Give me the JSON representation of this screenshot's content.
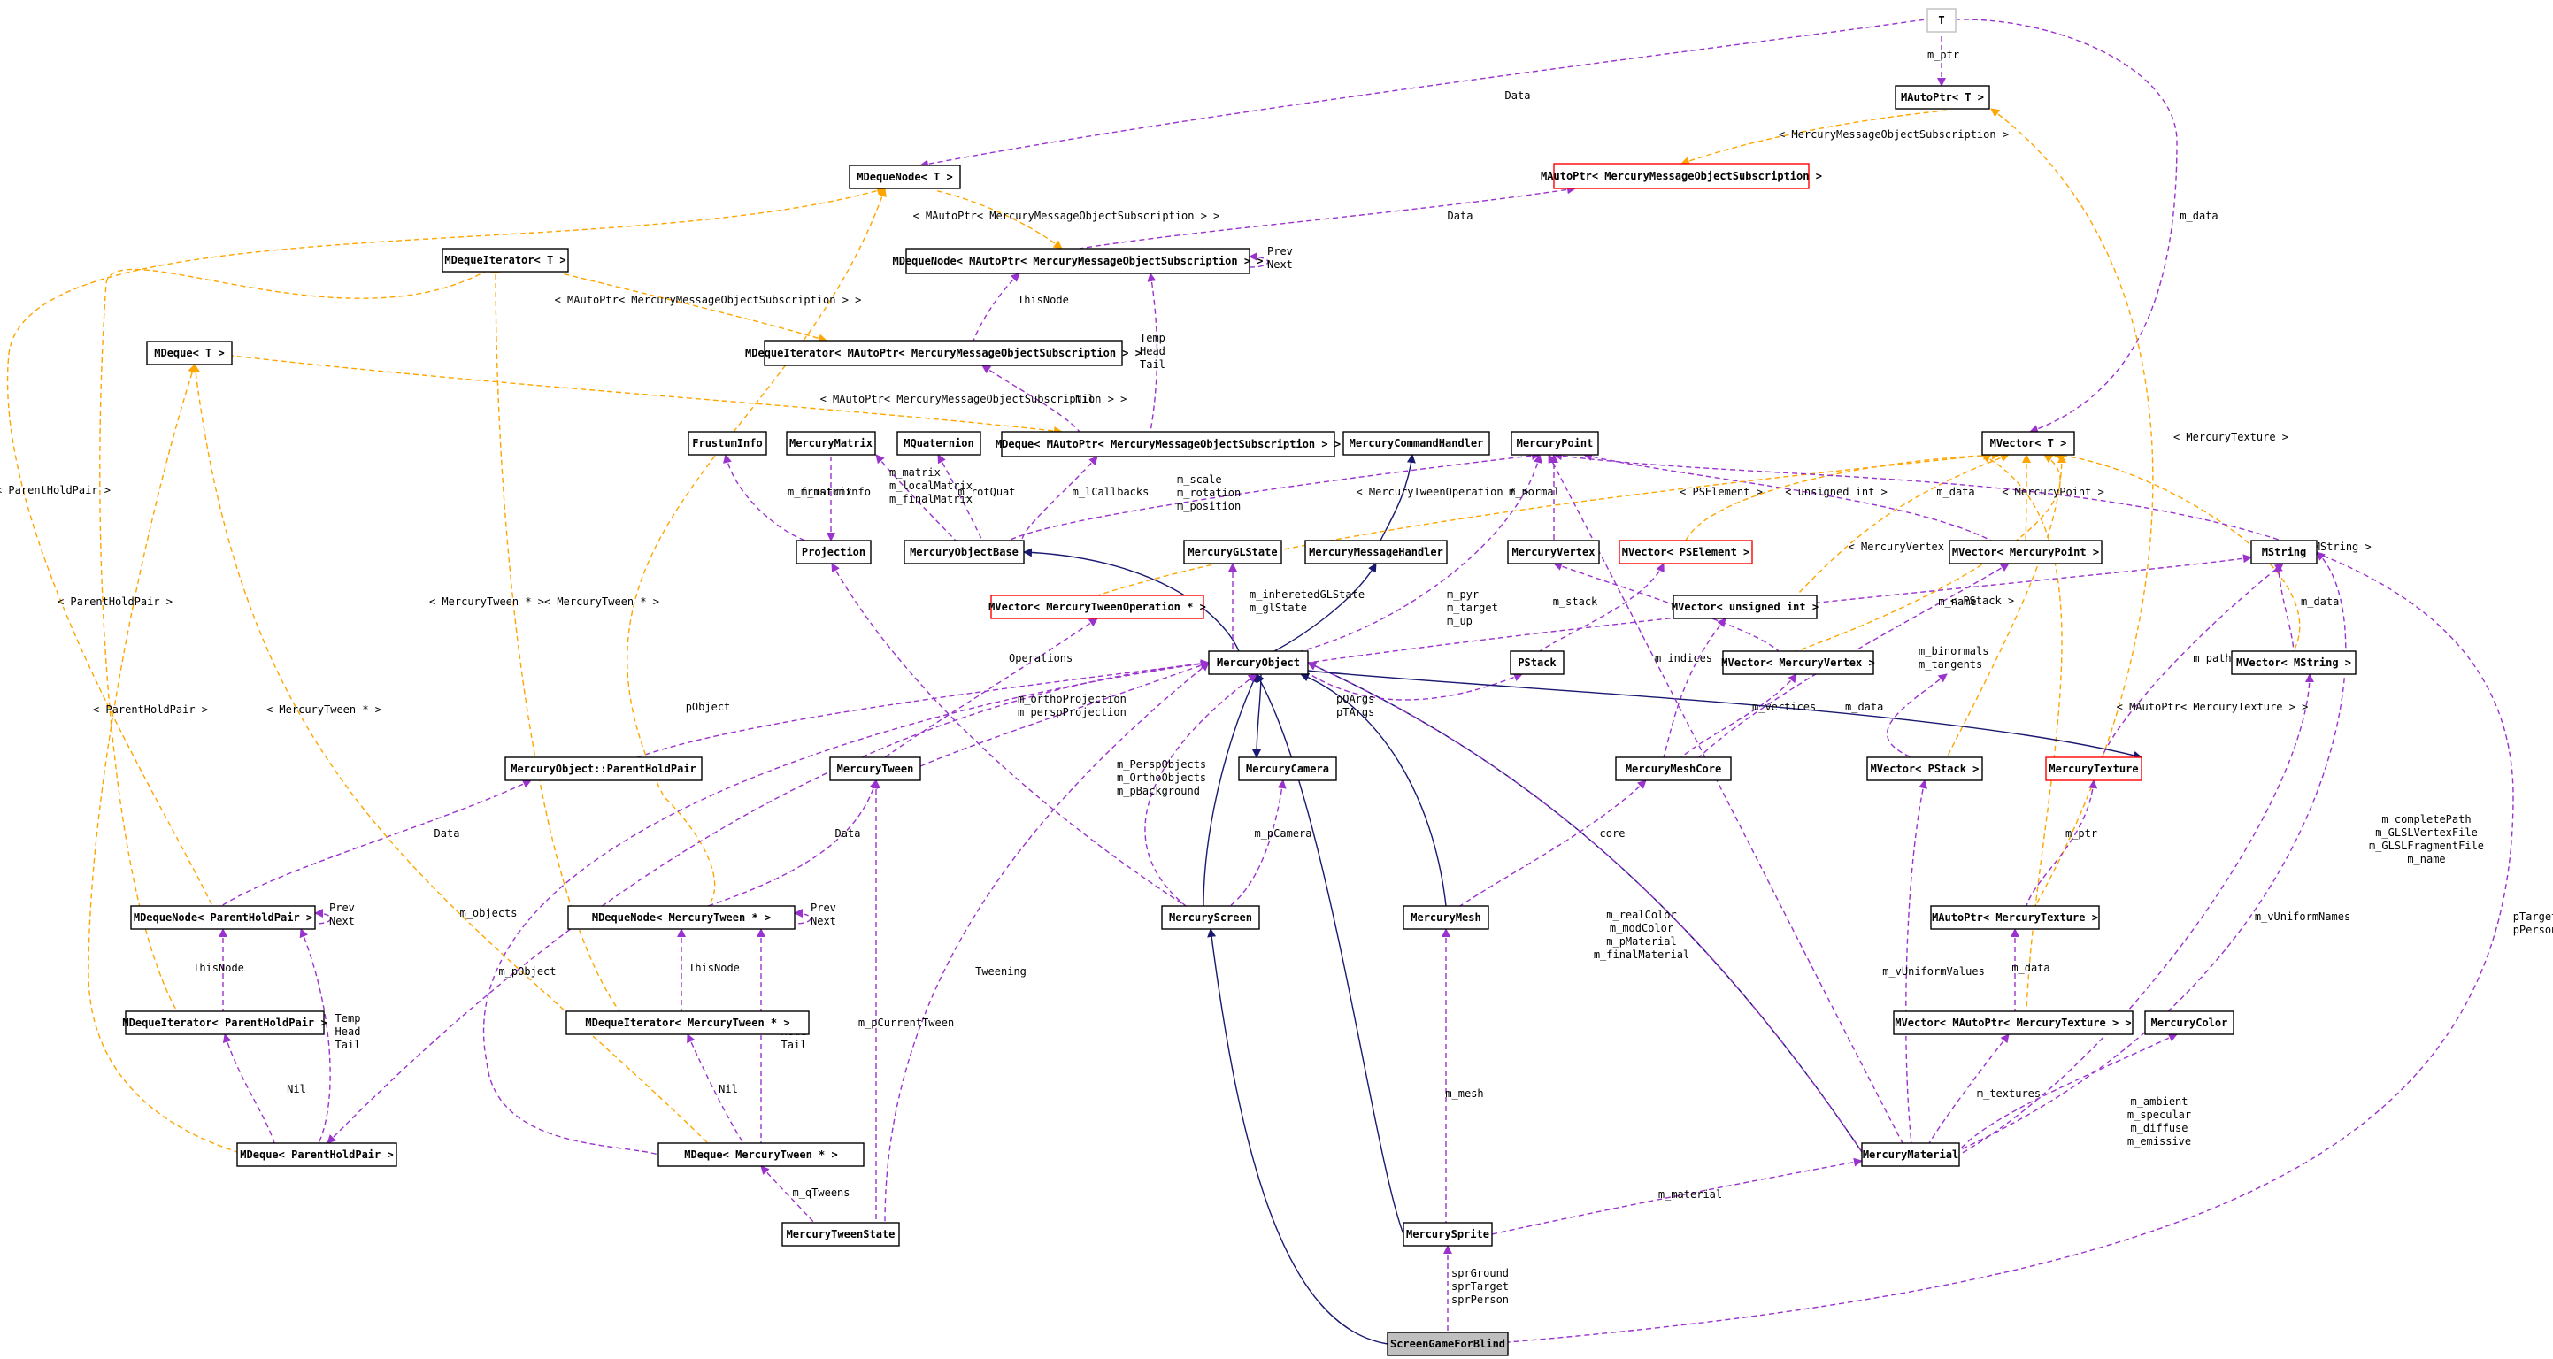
{
  "colors": {
    "inheritance": "#191970",
    "usage": "#9a32cd",
    "template": "#ffa500",
    "focus_fill": "#bfbfbf",
    "incomplete_border": "#ff0000"
  },
  "nodes": [
    {
      "id": "T",
      "label": "T"
    },
    {
      "id": "mautoptr_t",
      "label": "MAutoPtr< T >"
    },
    {
      "id": "mautoptr_mmos",
      "label": "MAutoPtr< MercuryMessageObjectSubscription >"
    },
    {
      "id": "mdequenode_t",
      "label": "MDequeNode< T >"
    },
    {
      "id": "mdequenode_mmos",
      "label": "MDequeNode< MAutoPtr< MercuryMessageObjectSubscription > >"
    },
    {
      "id": "mdequeiterator_t",
      "label": "MDequeIterator< T >"
    },
    {
      "id": "mdequeiterator_mmos",
      "label": "MDequeIterator< MAutoPtr< MercuryMessageObjectSubscription > >"
    },
    {
      "id": "mdeque_t",
      "label": "MDeque< T >"
    },
    {
      "id": "mdeque_mmos",
      "label": "MDeque< MAutoPtr< MercuryMessageObjectSubscription > >"
    },
    {
      "id": "frustuminfo",
      "label": "FrustumInfo"
    },
    {
      "id": "mercurymatrix",
      "label": "MercuryMatrix"
    },
    {
      "id": "mquaternion",
      "label": "MQuaternion"
    },
    {
      "id": "mercurycommandhandler",
      "label": "MercuryCommandHandler"
    },
    {
      "id": "mercurypoint",
      "label": "MercuryPoint"
    },
    {
      "id": "mvector_t",
      "label": "MVector< T >"
    },
    {
      "id": "projection",
      "label": "Projection"
    },
    {
      "id": "mercuryobjectbase",
      "label": "MercuryObjectBase"
    },
    {
      "id": "mercuryglstate",
      "label": "MercuryGLState"
    },
    {
      "id": "mercurymessagehandler",
      "label": "MercuryMessageHandler"
    },
    {
      "id": "mercuryvertex",
      "label": "MercuryVertex"
    },
    {
      "id": "mvector_pselement",
      "label": "MVector< PSElement >"
    },
    {
      "id": "mvector_mercurypoint",
      "label": "MVector< MercuryPoint >"
    },
    {
      "id": "mstring",
      "label": "MString"
    },
    {
      "id": "mvector_mtweenop",
      "label": "MVector< MercuryTweenOperation * >"
    },
    {
      "id": "mvector_uint",
      "label": "MVector< unsigned int >"
    },
    {
      "id": "mercuryobject",
      "label": "MercuryObject"
    },
    {
      "id": "pstack",
      "label": "PStack"
    },
    {
      "id": "mvector_mercuryvertex",
      "label": "MVector< MercuryVertex >"
    },
    {
      "id": "mvector_mstring",
      "label": "MVector< MString >"
    },
    {
      "id": "parentholdpair",
      "label": "MercuryObject::ParentHoldPair"
    },
    {
      "id": "mercurytween",
      "label": "MercuryTween"
    },
    {
      "id": "mercurycamera",
      "label": "MercuryCamera"
    },
    {
      "id": "mercurymeshcore",
      "label": "MercuryMeshCore"
    },
    {
      "id": "mvector_pstack",
      "label": "MVector< PStack >"
    },
    {
      "id": "mercurytexture",
      "label": "MercuryTexture"
    },
    {
      "id": "mdequenode_php",
      "label": "MDequeNode< ParentHoldPair >"
    },
    {
      "id": "mdequenode_mtween",
      "label": "MDequeNode< MercuryTween * >"
    },
    {
      "id": "mercuryscreen",
      "label": "MercuryScreen"
    },
    {
      "id": "mercurymesh",
      "label": "MercuryMesh"
    },
    {
      "id": "mautoptr_mtexture",
      "label": "MAutoPtr< MercuryTexture >"
    },
    {
      "id": "mdequeiterator_php",
      "label": "MDequeIterator< ParentHoldPair >"
    },
    {
      "id": "mdequeiterator_mtween",
      "label": "MDequeIterator< MercuryTween * >"
    },
    {
      "id": "mvector_mautoptr_mtexture",
      "label": "MVector< MAutoPtr< MercuryTexture > >"
    },
    {
      "id": "mercurycolor",
      "label": "MercuryColor"
    },
    {
      "id": "mdeque_php",
      "label": "MDeque< ParentHoldPair >"
    },
    {
      "id": "mdeque_mtween",
      "label": "MDeque< MercuryTween * >"
    },
    {
      "id": "mercurymaterial",
      "label": "MercuryMaterial"
    },
    {
      "id": "mercurytweenstate",
      "label": "MercuryTweenState"
    },
    {
      "id": "mercurysprite",
      "label": "MercurySprite"
    },
    {
      "id": "screengameforblind",
      "label": "ScreenGameForBlind"
    }
  ],
  "edges": [
    {
      "kind": "usage",
      "from": "T",
      "to": "mautoptr_t",
      "label": [
        "m_ptr"
      ]
    },
    {
      "kind": "usage",
      "from": "T",
      "to": "mdequenode_t",
      "label": [
        "Data"
      ]
    },
    {
      "kind": "usage",
      "from": "T",
      "to": "mvector_t",
      "label": [
        "m_data"
      ]
    },
    {
      "kind": "template",
      "from": "mautoptr_t",
      "to": "mautoptr_mmos",
      "label": [
        "< MercuryMessageObjectSubscription >"
      ]
    },
    {
      "kind": "usage",
      "from": "mautoptr_mmos",
      "to": "mdequenode_mmos",
      "label": [
        "Data"
      ]
    },
    {
      "kind": "template",
      "from": "mdequenode_t",
      "to": "mdequenode_mmos",
      "label": [
        "< MAutoPtr< MercuryMessageObjectSubscription > >"
      ]
    },
    {
      "kind": "usage",
      "from": "mdequenode_mmos",
      "to": "mdequenode_mmos",
      "label": [
        "Prev",
        "Next"
      ]
    },
    {
      "kind": "usage",
      "from": "mdequenode_mmos",
      "to": "mdequeiterator_mmos",
      "label": [
        "ThisNode"
      ]
    },
    {
      "kind": "template",
      "from": "mdequeiterator_t",
      "to": "mdequeiterator_mmos",
      "label": [
        "< MAutoPtr< MercuryMessageObjectSubscription > >"
      ]
    },
    {
      "kind": "usage",
      "from": "mdequenode_mmos",
      "to": "mdeque_mmos",
      "label": [
        "Temp",
        "Head",
        "Tail"
      ]
    },
    {
      "kind": "usage",
      "from": "mdequeiterator_mmos",
      "to": "mdeque_mmos",
      "label": [
        "Nil"
      ]
    },
    {
      "kind": "template",
      "from": "mdeque_t",
      "to": "mdeque_mmos",
      "label": [
        "< MAutoPtr< MercuryMessageObjectSubscription > >"
      ]
    },
    {
      "kind": "usage",
      "from": "mdeque_mmos",
      "to": "mercuryobjectbase",
      "label": [
        "m_lCallbacks"
      ]
    },
    {
      "kind": "usage",
      "from": "frustuminfo",
      "to": "projection",
      "label": [
        "m_frustumInfo"
      ]
    },
    {
      "kind": "usage",
      "from": "mercurymatrix",
      "to": "projection",
      "label": [
        "m_matrix"
      ]
    },
    {
      "kind": "usage",
      "from": "mercurymatrix",
      "to": "mercuryobjectbase",
      "label": [
        "m_matrix",
        "m_localMatrix",
        "m_finalMatrix"
      ]
    },
    {
      "kind": "usage",
      "from": "mquaternion",
      "to": "mercuryobjectbase",
      "label": [
        "m_rotQuat"
      ]
    },
    {
      "kind": "usage",
      "from": "mercurypoint",
      "to": "mercuryobjectbase",
      "label": [
        "m_scale",
        "m_rotation",
        "m_position"
      ]
    },
    {
      "kind": "inheritance",
      "from": "mercurycommandhandler",
      "to": "mercurymessagehandler",
      "label": []
    },
    {
      "kind": "usage",
      "from": "mercurypoint",
      "to": "mercuryvertex",
      "label": [
        "m_normal"
      ]
    },
    {
      "kind": "usage",
      "from": "mercurypoint",
      "to": "mvector_mercurypoint",
      "label": [
        "m_data"
      ]
    },
    {
      "kind": "template",
      "from": "mvector_t",
      "to": "mvector_pselement",
      "label": [
        "< PSElement >"
      ]
    },
    {
      "kind": "template",
      "from": "mvector_t",
      "to": "mvector_uint",
      "label": [
        "< unsigned int >"
      ]
    },
    {
      "kind": "template",
      "from": "mvector_t",
      "to": "mvector_mercurypoint",
      "label": [
        "< MercuryPoint >"
      ]
    },
    {
      "kind": "template",
      "from": "mvector_t",
      "to": "mvector_mtweenop",
      "label": [
        "< MercuryTweenOperation * >"
      ]
    },
    {
      "kind": "template",
      "from": "mvector_t",
      "to": "mvector_mercuryvertex",
      "label": [
        "< MercuryVertex >"
      ]
    },
    {
      "kind": "template",
      "from": "mvector_t",
      "to": "mvector_mstring",
      "label": [
        "< MString >"
      ]
    },
    {
      "kind": "template",
      "from": "mvector_t",
      "to": "mvector_pstack",
      "label": [
        "< PStack >"
      ]
    },
    {
      "kind": "template",
      "from": "mvector_t",
      "to": "mvector_mautoptr_mtexture",
      "label": [
        "< MAutoPtr< MercuryTexture > >"
      ]
    },
    {
      "kind": "template",
      "from": "mautoptr_t",
      "to": "mautoptr_mtexture",
      "label": [
        "< MercuryTexture >"
      ]
    },
    {
      "kind": "usage",
      "from": "mvector_pselement",
      "to": "pstack",
      "label": [
        "m_stack"
      ]
    },
    {
      "kind": "usage",
      "from": "mercuryvertex",
      "to": "mvector_mercuryvertex",
      "label": []
    },
    {
      "kind": "inheritance",
      "from": "mercuryobjectbase",
      "to": "mercuryobject",
      "label": []
    },
    {
      "kind": "inheritance",
      "from": "mercurymessagehandler",
      "to": "mercuryobject",
      "label": []
    },
    {
      "kind": "usage",
      "from": "mercuryglstate",
      "to": "mercuryobject",
      "label": [
        "m_inheretedGLState",
        "m_glState"
      ]
    },
    {
      "kind": "usage",
      "from": "mercurypoint",
      "to": "mercuryobject",
      "label": [
        "m_pyr",
        "m_target",
        "m_up"
      ]
    },
    {
      "kind": "usage",
      "from": "projection",
      "to": "mercuryscreen",
      "label": [
        "m_orthoProjection",
        "m_perspProjection"
      ]
    },
    {
      "kind": "usage",
      "from": "mvector_mtweenop",
      "to": "mercurytween",
      "label": [
        "Operations"
      ]
    },
    {
      "kind": "usage",
      "from": "mercuryobject",
      "to": "parentholdpair",
      "label": [
        "pObject"
      ]
    },
    {
      "kind": "usage",
      "from": "mercuryobject",
      "to": "mercurytween",
      "label": []
    },
    {
      "kind": "usage",
      "from": "pstack",
      "to": "mercuryobject",
      "label": [
        "pOArgs",
        "pTArgs"
      ]
    },
    {
      "kind": "inheritance",
      "from": "mercuryobject",
      "to": "mercurycamera",
      "label": []
    },
    {
      "kind": "usage",
      "from": "mvector_uint",
      "to": "mercurymeshcore",
      "label": [
        "m_indices"
      ]
    },
    {
      "kind": "usage",
      "from": "mvector_mercuryvertex",
      "to": "mercurymeshcore",
      "label": [
        "m_vertices"
      ]
    },
    {
      "kind": "usage",
      "from": "mvector_mercurypoint",
      "to": "mercurymeshcore",
      "label": [
        "m_binormals",
        "m_tangents"
      ]
    },
    {
      "kind": "usage",
      "from": "mstring",
      "to": "mercuryobject",
      "label": [
        "m_name"
      ]
    },
    {
      "kind": "usage",
      "from": "pstack",
      "to": "mvector_pstack",
      "label": [
        "m_data"
      ]
    },
    {
      "kind": "usage",
      "from": "mstring",
      "to": "mercurytexture",
      "label": [
        "m_path"
      ]
    },
    {
      "kind": "usage",
      "from": "mstring",
      "to": "mvector_mstring",
      "label": [
        "m_data"
      ]
    },
    {
      "kind": "inheritance",
      "from": "mercuryobject",
      "to": "mercurytexture",
      "label": []
    },
    {
      "kind": "usage",
      "from": "parentholdpair",
      "to": "mdequenode_php",
      "label": [
        "Data"
      ]
    },
    {
      "kind": "usage",
      "from": "mdequenode_php",
      "to": "mdequenode_php",
      "label": [
        "Prev",
        "Next"
      ]
    },
    {
      "kind": "template",
      "from": "mdequenode_t",
      "to": "mdequenode_php",
      "label": [
        "< ParentHoldPair >"
      ]
    },
    {
      "kind": "usage",
      "from": "mercurytween",
      "to": "mdequenode_mtween",
      "label": [
        "Data"
      ]
    },
    {
      "kind": "usage",
      "from": "mdequenode_mtween",
      "to": "mdequenode_mtween",
      "label": [
        "Prev",
        "Next"
      ]
    },
    {
      "kind": "template",
      "from": "mdequenode_t",
      "to": "mdequenode_mtween",
      "label": [
        "< MercuryTween * >"
      ]
    },
    {
      "kind": "inheritance",
      "from": "mercuryobject",
      "to": "mercuryscreen",
      "label": []
    },
    {
      "kind": "usage",
      "from": "mercuryobject",
      "to": "mercuryscreen",
      "label": [
        "m_PerspObjects",
        "m_OrthoObjects",
        "m_pBackground"
      ]
    },
    {
      "kind": "usage",
      "from": "mercurycamera",
      "to": "mercuryscreen",
      "label": [
        "m_pCamera"
      ]
    },
    {
      "kind": "inheritance",
      "from": "mercuryobject",
      "to": "mercurymesh",
      "label": []
    },
    {
      "kind": "usage",
      "from": "mercurymeshcore",
      "to": "mercurymesh",
      "label": [
        "core"
      ]
    },
    {
      "kind": "usage",
      "from": "mercurytexture",
      "to": "mautoptr_mtexture",
      "label": [
        "m_ptr"
      ]
    },
    {
      "kind": "usage",
      "from": "mdequenode_php",
      "to": "mdequeiterator_php",
      "label": [
        "ThisNode"
      ]
    },
    {
      "kind": "template",
      "from": "mdequeiterator_t",
      "to": "mdequeiterator_php",
      "label": [
        "< ParentHoldPair >"
      ]
    },
    {
      "kind": "usage",
      "from": "mdequenode_mtween",
      "to": "mdequeiterator_mtween",
      "label": [
        "ThisNode"
      ]
    },
    {
      "kind": "template",
      "from": "mdequeiterator_t",
      "to": "mdequeiterator_mtween",
      "label": [
        "< MercuryTween * >"
      ]
    },
    {
      "kind": "usage",
      "from": "mautoptr_mtexture",
      "to": "mvector_mautoptr_mtexture",
      "label": [
        "m_data"
      ]
    },
    {
      "kind": "usage",
      "from": "mdequenode_php",
      "to": "mdeque_php",
      "label": [
        "Temp",
        "Head",
        "Tail"
      ]
    },
    {
      "kind": "usage",
      "from": "mdequeiterator_php",
      "to": "mdeque_php",
      "label": [
        "Nil"
      ]
    },
    {
      "kind": "template",
      "from": "mdeque_t",
      "to": "mdeque_php",
      "label": [
        "< ParentHoldPair >"
      ]
    },
    {
      "kind": "usage",
      "from": "mdequenode_mtween",
      "to": "mdeque_mtween",
      "label": [
        "Temp",
        "Head",
        "Tail"
      ]
    },
    {
      "kind": "usage",
      "from": "mdequeiterator_mtween",
      "to": "mdeque_mtween",
      "label": [
        "Nil"
      ]
    },
    {
      "kind": "template",
      "from": "mdeque_t",
      "to": "mdeque_mtween",
      "label": [
        "< MercuryTween * >"
      ]
    },
    {
      "kind": "usage",
      "from": "mdeque_php",
      "to": "mercuryobject",
      "label": [
        "m_objects"
      ]
    },
    {
      "kind": "usage",
      "from": "mercuryobject",
      "to": "mdeque_mtween",
      "label": [
        "m_pObject"
      ]
    },
    {
      "kind": "usage",
      "from": "mercurytween",
      "to": "mercurytweenstate",
      "label": [
        "m_pCurrentTween"
      ]
    },
    {
      "kind": "usage",
      "from": "mdeque_mtween",
      "to": "mercurytweenstate",
      "label": [
        "m_qTweens"
      ]
    },
    {
      "kind": "usage",
      "from": "mercuryobject",
      "to": "mercurytweenstate",
      "label": [
        "Tweening"
      ]
    },
    {
      "kind": "inheritance",
      "from": "mercuryobject",
      "to": "mercurymaterial",
      "label": []
    },
    {
      "kind": "usage",
      "from": "mercurypoint",
      "to": "mercurymaterial",
      "label": []
    },
    {
      "kind": "usage",
      "from": "mercuryobject",
      "to": "mercurymaterial",
      "label": [
        "m_realColor",
        "m_modColor",
        "m_pMaterial",
        "m_finalMaterial"
      ]
    },
    {
      "kind": "usage",
      "from": "mvector_pstack",
      "to": "mercurymaterial",
      "label": [
        "m_vUniformValues"
      ]
    },
    {
      "kind": "usage",
      "from": "mvector_mautoptr_mtexture",
      "to": "mercurymaterial",
      "label": [
        "m_textures"
      ]
    },
    {
      "kind": "usage",
      "from": "mercurycolor",
      "to": "mercurymaterial",
      "label": [
        "m_ambient",
        "m_specular",
        "m_diffuse",
        "m_emissive"
      ]
    },
    {
      "kind": "usage",
      "from": "mvector_mstring",
      "to": "mercurymaterial",
      "label": [
        "m_vUniformNames"
      ]
    },
    {
      "kind": "usage",
      "from": "mstring",
      "to": "mercurymaterial",
      "label": [
        "m_completePath",
        "m_GLSLVertexFile",
        "m_GLSLFragmentFile",
        "m_name"
      ]
    },
    {
      "kind": "inheritance",
      "from": "mercuryobject",
      "to": "mercurysprite",
      "label": []
    },
    {
      "kind": "usage",
      "from": "mercurymesh",
      "to": "mercurysprite",
      "label": [
        "m_mesh"
      ]
    },
    {
      "kind": "usage",
      "from": "mercurymaterial",
      "to": "mercurysprite",
      "label": [
        "m_material"
      ]
    },
    {
      "kind": "usage",
      "from": "mercurysprite",
      "to": "screengameforblind",
      "label": [
        "sprGround",
        "sprTarget",
        "sprPerson"
      ]
    },
    {
      "kind": "inheritance",
      "from": "mercuryscreen",
      "to": "screengameforblind",
      "label": []
    },
    {
      "kind": "usage",
      "from": "mercurypoint",
      "to": "screengameforblind",
      "label": [
        "pTarget",
        "pPerson"
      ]
    }
  ]
}
